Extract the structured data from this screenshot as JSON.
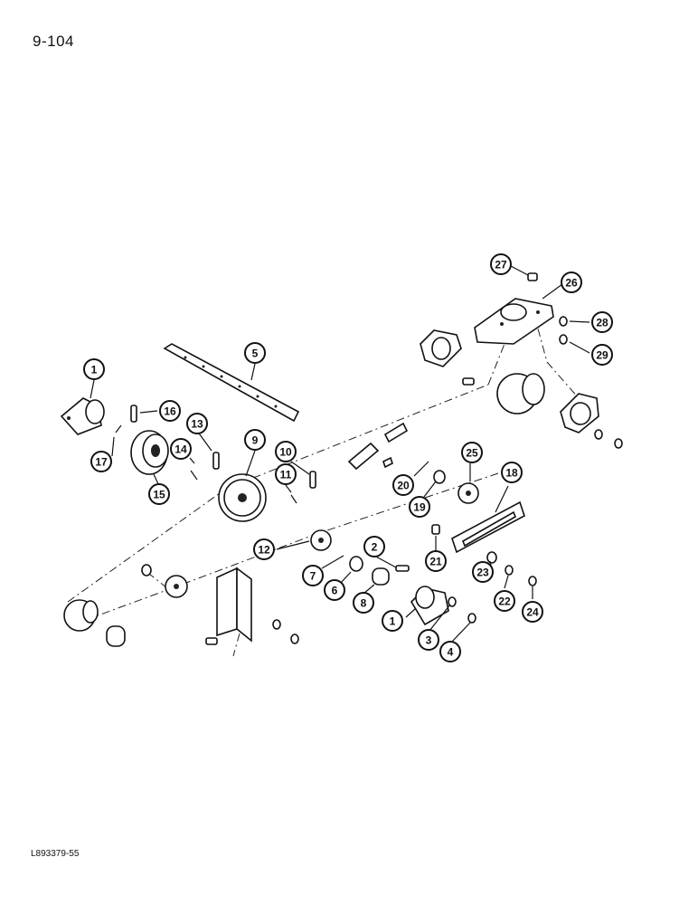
{
  "page_number": "9-104",
  "figure_code": "L893379-55",
  "callouts": [
    {
      "label": "1"
    },
    {
      "label": "1"
    },
    {
      "label": "2"
    },
    {
      "label": "3"
    },
    {
      "label": "4"
    },
    {
      "label": "5"
    },
    {
      "label": "6"
    },
    {
      "label": "7"
    },
    {
      "label": "8"
    },
    {
      "label": "9"
    },
    {
      "label": "10"
    },
    {
      "label": "11"
    },
    {
      "label": "12"
    },
    {
      "label": "13"
    },
    {
      "label": "14"
    },
    {
      "label": "15"
    },
    {
      "label": "16"
    },
    {
      "label": "17"
    },
    {
      "label": "18"
    },
    {
      "label": "19"
    },
    {
      "label": "20"
    },
    {
      "label": "21"
    },
    {
      "label": "22"
    },
    {
      "label": "23"
    },
    {
      "label": "24"
    },
    {
      "label": "25"
    },
    {
      "label": "26"
    },
    {
      "label": "27"
    },
    {
      "label": "28"
    },
    {
      "label": "29"
    }
  ]
}
